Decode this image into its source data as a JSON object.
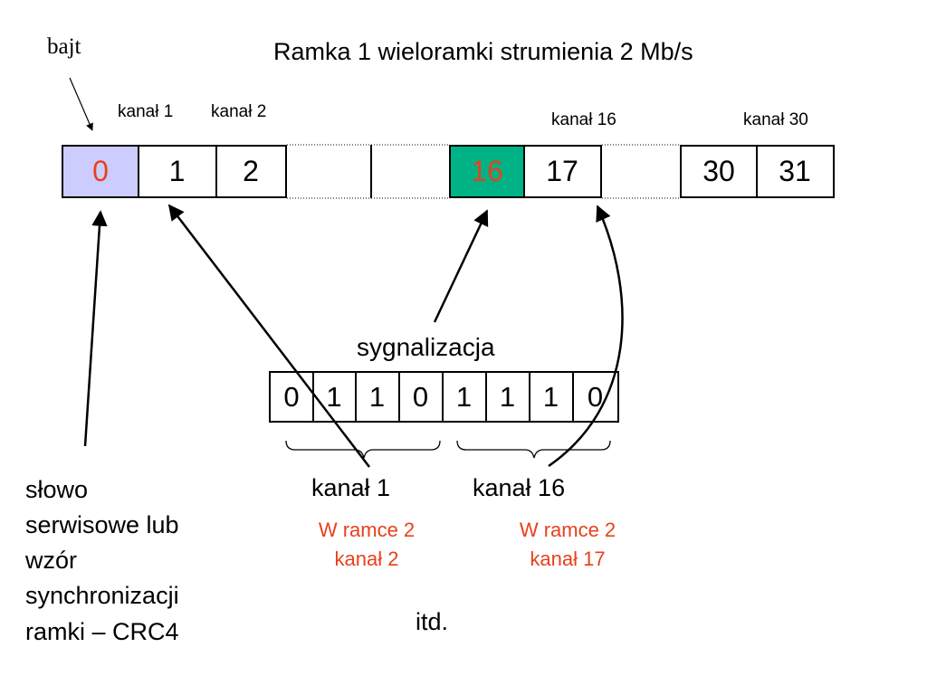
{
  "title": "Ramka 1 wieloramki strumienia 2 Mb/s",
  "byte_label": "bajt",
  "channel_labels": [
    "kanał 1",
    "kanał 2",
    "kanał 16",
    "kanał 30"
  ],
  "frame_cells": [
    "0",
    "1",
    "2",
    "16",
    "17",
    "30",
    "31"
  ],
  "signaling": {
    "label": "sygnalizacja",
    "bits": [
      "0",
      "1",
      "1",
      "0",
      "1",
      "1",
      "1",
      "0"
    ],
    "group_labels": [
      "kanał 1",
      "kanał 16"
    ],
    "notes": [
      {
        "line1": "W ramce 2",
        "line2": "kanał 2"
      },
      {
        "line1": "W ramce 2",
        "line2": "kanał 17"
      }
    ]
  },
  "side_note": [
    "słowo",
    "serwisowe lub",
    "wzór",
    "synchronizacji",
    "ramki – CRC4"
  ],
  "footer": "itd.",
  "colors": {
    "highlight_red": "#e8401c",
    "cell0_fill": "#ccccff",
    "cell16_fill": "#00b386"
  }
}
